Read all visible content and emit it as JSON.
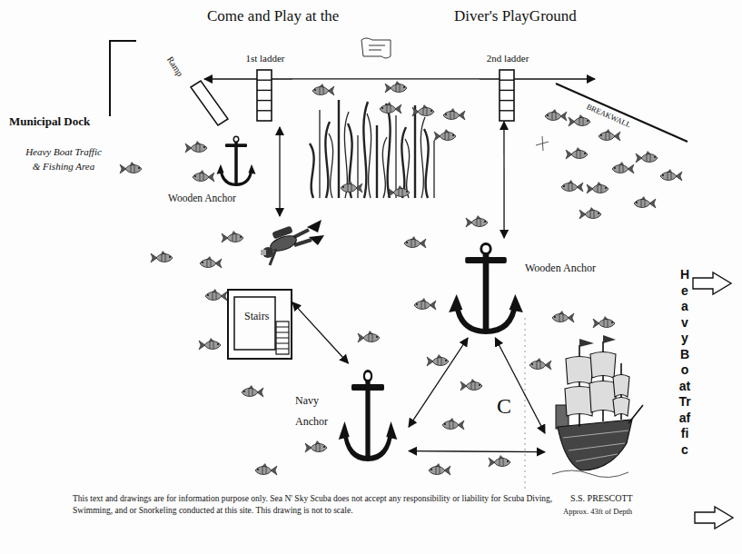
{
  "diagram": {
    "caption": "This text and drawings are for information purpose only. Sea N' Sky Scuba does not accept any responsibility or liability for Scuba Diving, Swimming, and or Snorkeling conducted at this site. This drawing is not to scale.",
    "nodes": [
      {
        "text": [
          "1st ladder"
        ]
      },
      {
        "text": [
          "2nd ladder"
        ]
      },
      {
        "text": [
          "Wooden Anchor"
        ]
      },
      {
        "text": [
          "Wooden Anchor"
        ]
      },
      {
        "text": [
          "Stairs"
        ]
      },
      {
        "text": [
          "Navy Anchor"
        ]
      },
      {
        "text": [
          "S.S. PRESCOTT",
          "Approx. 43ft of Depth"
        ]
      }
    ],
    "edges": [
      {
        "from": 0,
        "to": 1,
        "arrow": "none"
      },
      {
        "from": 1,
        "to": 3,
        "arrow": "both"
      },
      {
        "from": 4,
        "to": 5,
        "arrow": "both"
      },
      {
        "from": 3,
        "to": 5,
        "arrow": "both"
      },
      {
        "from": 3,
        "to": 6,
        "arrow": "both"
      },
      {
        "from": 5,
        "to": 6,
        "arrow": "both"
      }
    ],
    "labels": [
      "Come and Play at the",
      "Diver's PlayGround",
      "Ramp",
      "Municipal Dock",
      "Heavy Boat Traffic & Fishing Area",
      "BREAKWALL",
      "Heavy Boat Traffic",
      "C"
    ]
  }
}
